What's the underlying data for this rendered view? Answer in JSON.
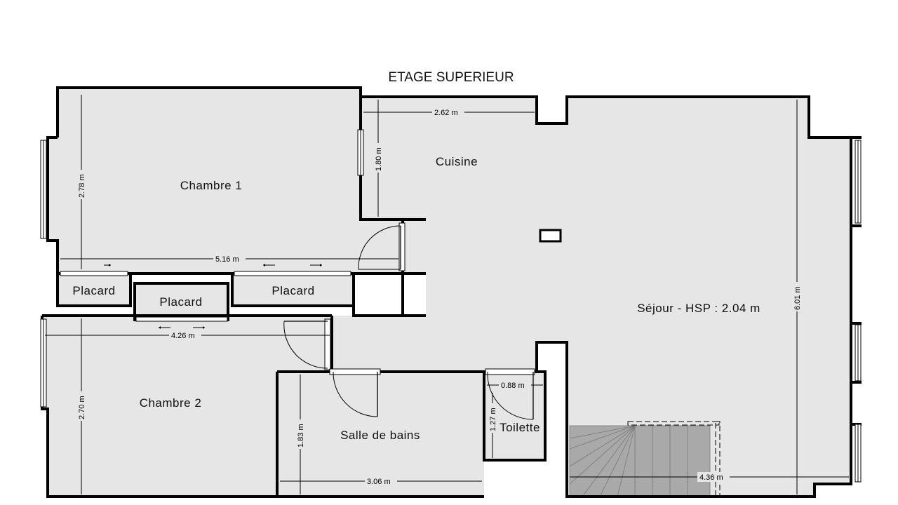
{
  "title": "ETAGE SUPERIEUR",
  "rooms": {
    "chambre1": "Chambre 1",
    "chambre2": "Chambre 2",
    "cuisine": "Cuisine",
    "sejour": "Séjour - HSP : 2.04 m",
    "salle_de_bains": "Salle de bains",
    "toilette": "Toilette",
    "placard1": "Placard",
    "placard2": "Placard",
    "placard3": "Placard"
  },
  "dimensions": {
    "chambre1_height": "2.78 m",
    "chambre1_width": "5.16 m",
    "cuisine_width": "2.62 m",
    "cuisine_height": "1.80 m",
    "chambre2_width": "4.26 m",
    "chambre2_height": "2.70 m",
    "sdb_height": "1.83 m",
    "sdb_width": "3.06 m",
    "toilette_width": "0.88 m",
    "toilette_height": "1.27 m",
    "sejour_height": "6.01 m",
    "sejour_width": "4.36 m"
  }
}
